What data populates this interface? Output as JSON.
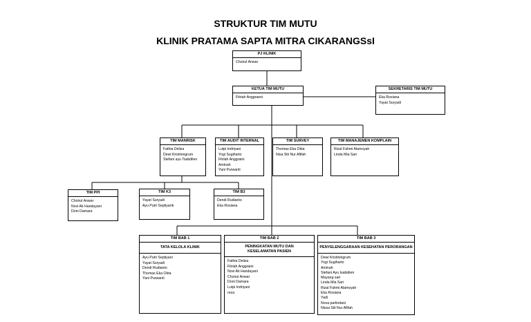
{
  "title_line1": "STRUKTUR TIM MUTU",
  "title_line2": "KLINIK PRATAMA SAPTA MITRA CIKARANGSsI",
  "pj": {
    "title": "PJ KLINIK",
    "members": [
      "Choirul Anwar"
    ]
  },
  "ketua": {
    "title": "KETUA TIM MUTU",
    "members": [
      "Fitriah Anggraeni"
    ]
  },
  "sekretaris": {
    "title": "SEKRETARIS TIM MUTU",
    "members": [
      "Eka Rosiana",
      "Yayat Suryadi"
    ]
  },
  "manrisk": {
    "title": "TIM MANRISK",
    "members": [
      "Fathia Deliza",
      "Dewi Kristiningrum",
      "Stefani ayu Tsabdilen"
    ]
  },
  "audit": {
    "title": "TIM AUDIT INTERNAL",
    "members": [
      "Lutpi Indriyani",
      "Yogi Sugiharto",
      "Fitriah Anggraini",
      "Aminah",
      "Yani Purwanti"
    ]
  },
  "survey": {
    "title": "TIM SURVEY",
    "members": [
      "Thomas Eka Okta",
      "Nisa Siti Nur Afifah"
    ]
  },
  "komplain": {
    "title": "TIM MANAJEMEN KOMPLAIN",
    "members": [
      "Rizal Fahmi Alamsyah",
      "Linda Mia Sari"
    ]
  },
  "ppi": {
    "title": "TIM PPI",
    "members": [
      "Choirul Anwar",
      "Novi Ati Handayani",
      "Doni Damara"
    ]
  },
  "k3": {
    "title": "TIM K3",
    "members": [
      "Yayat Suryadi",
      "Ayu Putri Septiyanti"
    ]
  },
  "b3": {
    "title": "TIM B3",
    "members": [
      "Dendi Rudianto",
      "Eka Rosiana"
    ]
  },
  "bab1": {
    "title": "TIM BAB 1",
    "subtitle": "TATA KELOLA KLINIK",
    "members": [
      "Ayu Putri Septiyani",
      "Yayat Suryadi",
      "Dendi Rudianto",
      "Thomas Eka Okta",
      "Yani Purwanti"
    ]
  },
  "bab2": {
    "title": "TIM BAB 2",
    "subtitle": "PENINGKATAN MUTU DAN KESELAMATAN PASIEN",
    "members": [
      "Fathia Deliza",
      "Fitriah Anggraini",
      "Novi Ati Handayani",
      "Choirul Anwar",
      "Doni Damara",
      "Lutpi Indriyani",
      "reza"
    ]
  },
  "bab3": {
    "title": "TIM BAB 3",
    "subtitle": "PENYELENGGARAAN KESEHATAN PERORANGAN",
    "members": [
      "Dewi Kristiningrum",
      "Yogi Sugiharto",
      "Aminah",
      "Stefani Ayu tsabidien",
      "Mayang sari",
      "Linda Mia Sari",
      "Rizal Fahmi Alamsyah",
      "Eka Rosiana",
      "Yadi",
      "Nova  parlindani",
      "Nissa Siti Nur Afifah"
    ]
  }
}
